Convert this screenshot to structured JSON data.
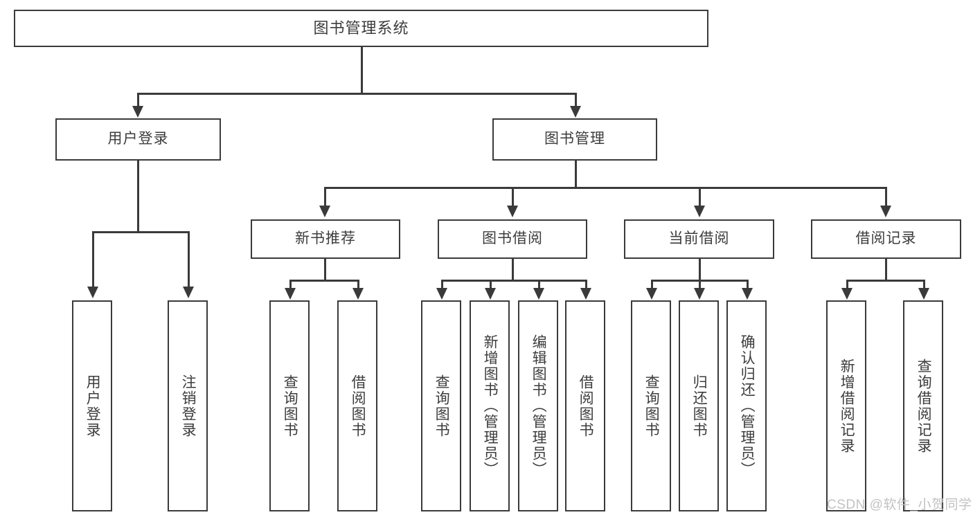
{
  "diagram": {
    "type": "tree-hierarchy",
    "title": "图书管理系统",
    "root": {
      "label": "图书管理系统"
    },
    "level1": [
      {
        "id": "user-login",
        "label": "用户登录"
      },
      {
        "id": "book-management",
        "label": "图书管理"
      }
    ],
    "level2": [
      {
        "id": "new-book-recommend",
        "label": "新书推荐",
        "parent": "book-management"
      },
      {
        "id": "book-borrow",
        "label": "图书借阅",
        "parent": "book-management"
      },
      {
        "id": "current-borrow",
        "label": "当前借阅",
        "parent": "book-management"
      },
      {
        "id": "borrow-record",
        "label": "借阅记录",
        "parent": "book-management"
      }
    ],
    "leaves": [
      {
        "id": "leaf-user-login",
        "label": "用户登录",
        "parent": "user-login"
      },
      {
        "id": "leaf-logout",
        "label": "注销登录",
        "parent": "user-login"
      },
      {
        "id": "leaf-query-book-1",
        "label": "查询图书",
        "parent": "new-book-recommend"
      },
      {
        "id": "leaf-borrow-book-1",
        "label": "借阅图书",
        "parent": "new-book-recommend"
      },
      {
        "id": "leaf-query-book-2",
        "label": "查询图书",
        "parent": "book-borrow"
      },
      {
        "id": "leaf-add-book",
        "label": "新增图书（管理员）",
        "parent": "book-borrow"
      },
      {
        "id": "leaf-edit-book",
        "label": "编辑图书（管理员）",
        "parent": "book-borrow"
      },
      {
        "id": "leaf-borrow-book-2",
        "label": "借阅图书",
        "parent": "book-borrow"
      },
      {
        "id": "leaf-query-book-3",
        "label": "查询图书",
        "parent": "current-borrow"
      },
      {
        "id": "leaf-return-book",
        "label": "归还图书",
        "parent": "current-borrow"
      },
      {
        "id": "leaf-confirm-return",
        "label": "确认归还（管理员）",
        "parent": "current-borrow"
      },
      {
        "id": "leaf-add-record",
        "label": "新增借阅记录",
        "parent": "borrow-record"
      },
      {
        "id": "leaf-query-record",
        "label": "查询借阅记录",
        "parent": "borrow-record"
      }
    ],
    "colors": {
      "stroke": "#3a3a3a",
      "background": "#ffffff",
      "text": "#3c3c3c",
      "watermark": "#c2c2c2"
    }
  },
  "watermark": {
    "text": "CSDN @软件_小贺同学"
  }
}
